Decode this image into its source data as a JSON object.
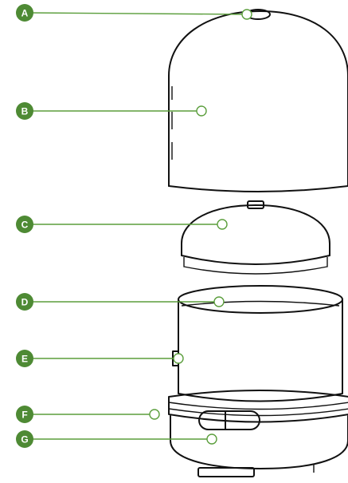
{
  "colors": {
    "accent": "#5b9e3c",
    "badge": "#4e8a34",
    "outline": "#111111"
  },
  "labels": [
    {
      "id": "a",
      "letter": "A",
      "part": "mist-outlet"
    },
    {
      "id": "b",
      "letter": "B",
      "part": "outer-cover"
    },
    {
      "id": "c",
      "letter": "C",
      "part": "inner-cover"
    },
    {
      "id": "d",
      "letter": "D",
      "part": "water-tank"
    },
    {
      "id": "e",
      "letter": "E",
      "part": "max-fill-line"
    },
    {
      "id": "f",
      "letter": "F",
      "part": "light-ring"
    },
    {
      "id": "g",
      "letter": "G",
      "part": "control-button"
    }
  ]
}
